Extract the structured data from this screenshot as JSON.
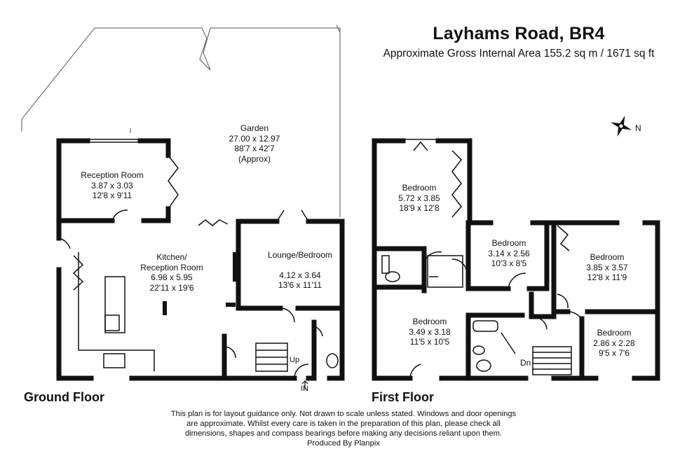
{
  "header": {
    "title": "Layhams Road, BR4",
    "subtitle": "Approximate Gross Internal Area 155.2 sq m / 1671 sq ft"
  },
  "compass": {
    "label": "N",
    "icon": "compass-rose-icon"
  },
  "ground_floor": {
    "label": "Ground Floor",
    "rooms": [
      {
        "name": "Garden",
        "metric": "27.00 x 12.97",
        "imperial": "88'7 x 42'7",
        "note": "(Approx)"
      },
      {
        "name": "Reception Room",
        "metric": "3.87 x 3.03",
        "imperial": "12'8 x 9'11"
      },
      {
        "name": "Kitchen/",
        "name2": "Reception Room",
        "metric": "6.98 x 5.95",
        "imperial": "22'11 x 19'6"
      },
      {
        "name": "Lounge/Bedroom",
        "metric": "4.12 x 3.64",
        "imperial": "13'6 x 11'11"
      }
    ],
    "stair_label": "Up",
    "entrance_label": "IN"
  },
  "first_floor": {
    "label": "First Floor",
    "rooms": [
      {
        "name": "Bedroom",
        "metric": "5.72 x 3.85",
        "imperial": "18'9 x 12'8"
      },
      {
        "name": "Bedroom",
        "metric": "3.14 x 2.56",
        "imperial": "10'3 x 8'5"
      },
      {
        "name": "Bedroom",
        "metric": "3.85 x 3.57",
        "imperial": "12'8 x 11'9"
      },
      {
        "name": "Bedroom",
        "metric": "3.49 x 3.18",
        "imperial": "11'5 x 10'5"
      },
      {
        "name": "Bedroom",
        "metric": "2.86 x 2.28",
        "imperial": "9'5 x 7'6"
      }
    ],
    "stair_label": "Dn"
  },
  "footer": {
    "lines": [
      "This plan is for layout guidance only. Not drawn to scale unless stated. Windows and door openings",
      "are approximate. Whilst every care is taken in the preparation of this plan, please check all",
      "dimensions, shapes and compass bearings before making any decisions reliant upon them.",
      "Produced By Planpix"
    ]
  },
  "colors": {
    "wall": "#111111",
    "line": "#222222",
    "background": "#ffffff"
  }
}
